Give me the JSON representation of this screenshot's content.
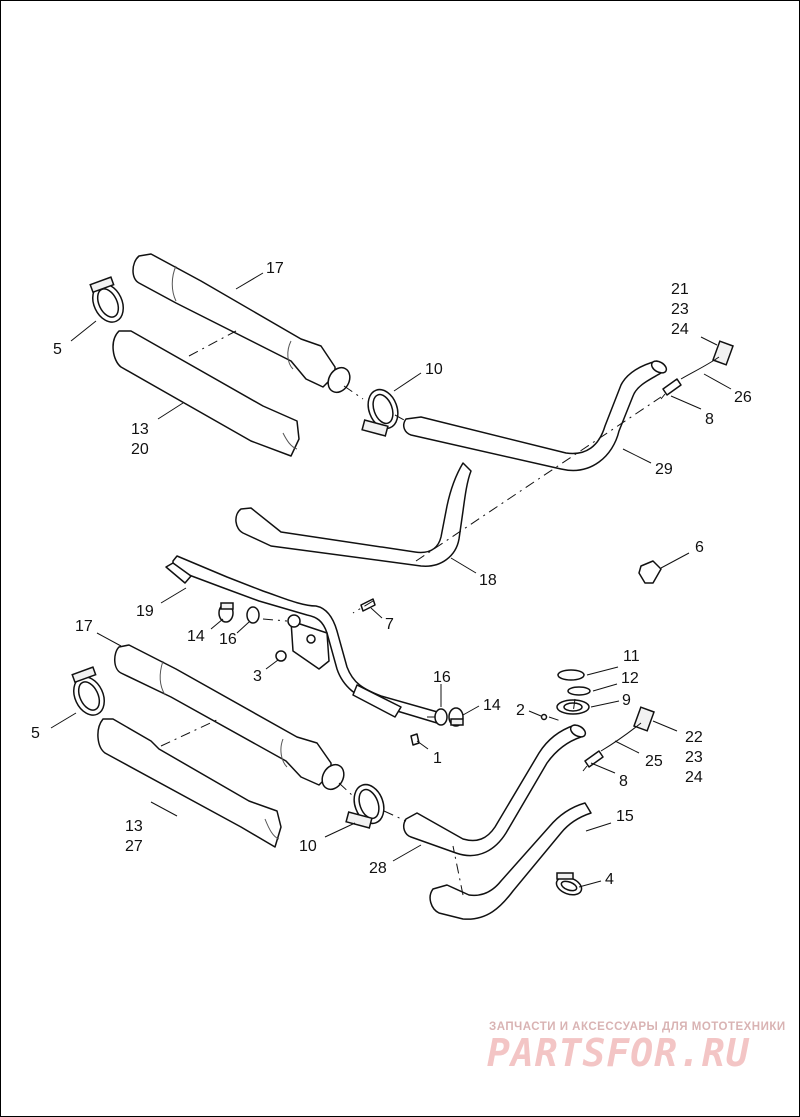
{
  "callouts": {
    "c1": "1",
    "c2": "2",
    "c3": "3",
    "c4": "4",
    "c5a": "5",
    "c5b": "5",
    "c6": "6",
    "c7": "7",
    "c8a": "8",
    "c8b": "8",
    "c9": "9",
    "c10a": "10",
    "c10b": "10",
    "c11": "11",
    "c12": "12",
    "c13a": "13",
    "c20": "20",
    "c13b": "13",
    "c27": "27",
    "c14a": "14",
    "c14b": "14",
    "c15": "15",
    "c16a": "16",
    "c16b": "16",
    "c17a": "17",
    "c17b": "17",
    "c18": "18",
    "c19": "19",
    "c21": "21",
    "c23a": "23",
    "c24a": "24",
    "c26": "26",
    "c22": "22",
    "c23b": "23",
    "c24b": "24",
    "c25": "25",
    "c28": "28",
    "c29": "29"
  },
  "watermark": {
    "tagline": "ЗАПЧАСТИ И АКСЕССУАРЫ ДЛЯ МОТОТЕХНИКИ",
    "logo": "PARTSFOR.RU",
    "logo_color": "#f3c5c5",
    "tagline_color": "#d9b3b3"
  }
}
